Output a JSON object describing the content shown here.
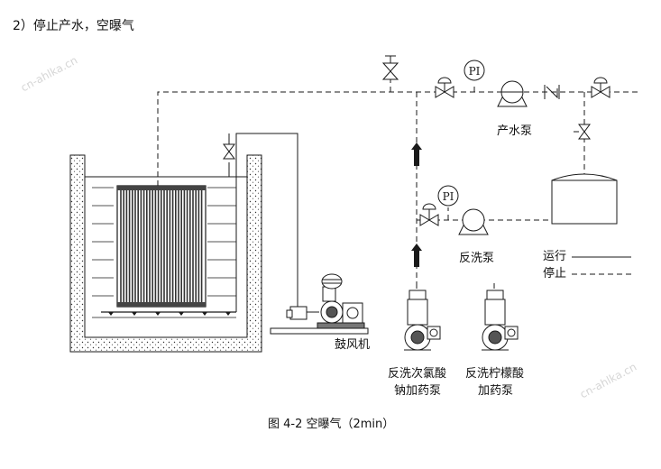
{
  "step_title": "2）停止产水，空曝气",
  "caption": "图 4-2  空曝气（2min）",
  "labels": {
    "product_pump": "产水泵",
    "backwash_pump": "反洗泵",
    "blower": "鼓风机",
    "hypochlorite_pump_line1": "反洗次氯酸",
    "hypochlorite_pump_line2": "钠加药泵",
    "citric_pump_line1": "反洗柠檬酸",
    "citric_pump_line2": "加药泵",
    "pressure_indicator": "PI"
  },
  "legend": {
    "running": "运行",
    "stopped": "停止"
  },
  "watermark": "cn-ahlka.cn",
  "colors": {
    "line": "#1a1a1a",
    "background": "#ffffff",
    "watermark": "#d6d6d6"
  },
  "icons": [
    "valve-icon",
    "check-valve-icon",
    "pump-icon",
    "pressure-gauge-icon",
    "flow-arrow-icon",
    "blower-icon",
    "dosing-pump-icon",
    "membrane-module-icon",
    "water-tank-icon"
  ]
}
